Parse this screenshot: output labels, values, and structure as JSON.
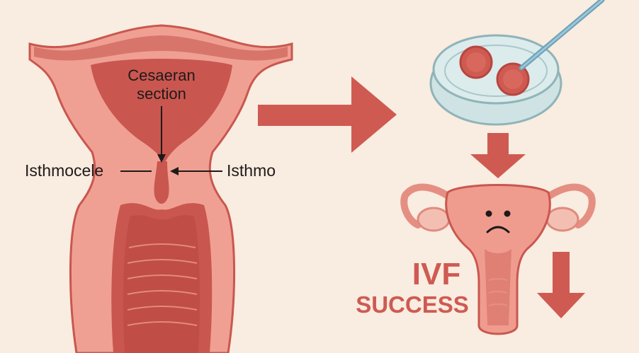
{
  "labels": {
    "cesarean_line1": "Cesaeran",
    "cesarean_line2": "section",
    "isthmocele": "Isthmocele",
    "isthmo": "Isthmo",
    "ivf_line1": "IVF",
    "ivf_line2": "SUCCESS"
  },
  "icons": [
    "right-arrow-icon",
    "petri-dish-icon",
    "pipette-icon",
    "embryo-icon",
    "down-arrow-icon",
    "sad-face-icon",
    "decrease-arrow-icon"
  ],
  "colors": {
    "background": "#f9ece0",
    "tissue_light": "#f0a093",
    "tissue_dark": "#c9574f",
    "arrow": "#cf5a52",
    "dish": "#cfe3e4",
    "text": "#1f1a1a"
  }
}
